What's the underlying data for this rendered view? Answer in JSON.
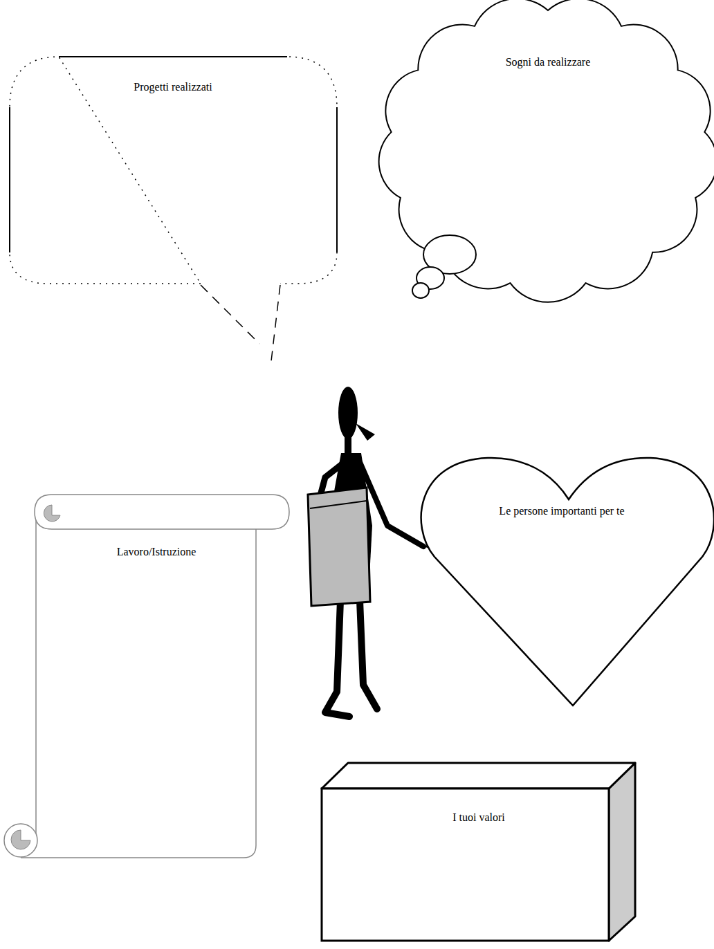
{
  "diagram": {
    "nodes": [
      {
        "text": [
          "Progetti realizzati"
        ]
      },
      {
        "text": [
          "Sogni da realizzare"
        ]
      },
      {
        "text": [
          "Lavoro/Istruzione"
        ]
      },
      {
        "text": [
          "Le persone importanti per te"
        ]
      },
      {
        "text": [
          "I tuoi valori"
        ]
      }
    ]
  }
}
